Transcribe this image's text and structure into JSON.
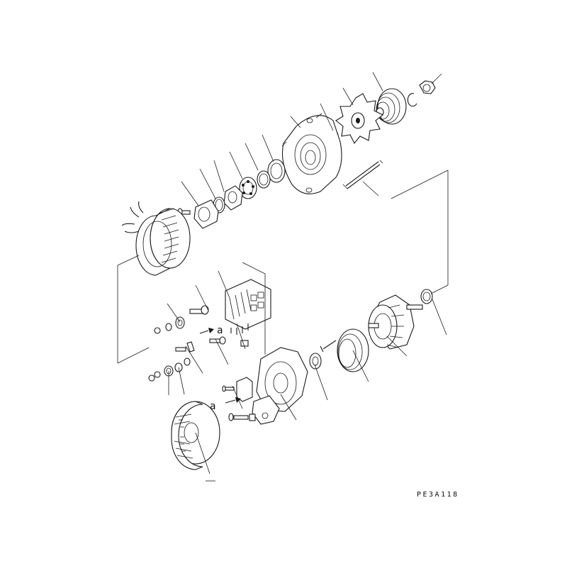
{
  "diagram": {
    "reference_code": "PE3A118",
    "callout_a_upper": "a",
    "callout_a_lower": "a",
    "colors": {
      "ink": "#1a1a1a",
      "paper": "#ffffff"
    }
  }
}
